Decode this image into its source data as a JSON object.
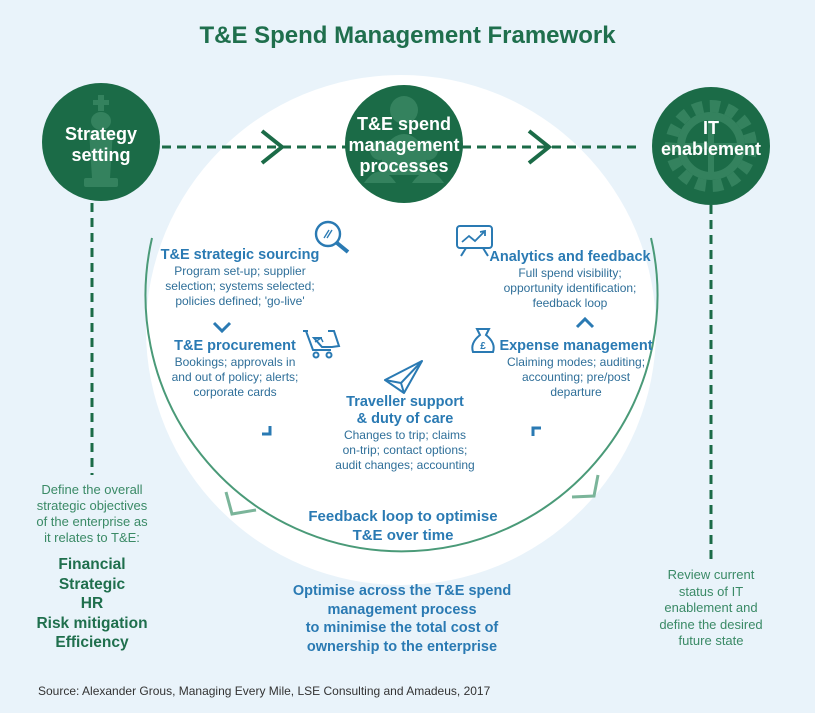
{
  "title": "T&E Spend Management Framework",
  "hubs": {
    "strategy": {
      "line1": "Strategy",
      "line2": "setting"
    },
    "processes": {
      "line1": "T&E spend",
      "line2": "management",
      "line3": "processes"
    },
    "it": {
      "line1": "IT",
      "line2": "enablement"
    }
  },
  "blocks": {
    "sourcing": {
      "heading": "T&E strategic sourcing",
      "lines": [
        "Program set-up; supplier",
        "selection; systems selected;",
        "policies defined; 'go-live'"
      ]
    },
    "analytics": {
      "heading": "Analytics and feedback",
      "lines": [
        "Full spend visibility;",
        "opportunity identification;",
        "feedback loop"
      ]
    },
    "procurement": {
      "heading": "T&E procurement",
      "lines": [
        "Bookings; approvals in",
        "and out of policy; alerts;",
        "corporate cards"
      ]
    },
    "expense": {
      "heading": "Expense management",
      "lines": [
        "Claiming modes; auditing;",
        "accounting; pre/post",
        "departure"
      ]
    },
    "traveller": {
      "heading1": "Traveller support",
      "heading2": "& duty of care",
      "lines": [
        "Changes to trip; claims",
        "on-trip; contact options;",
        "audit changes; accounting"
      ]
    }
  },
  "feedback_loop": {
    "line1": "Feedback loop to optimise",
    "line2": "T&E over time"
  },
  "optimise": {
    "line1": "Optimise across the T&E spend",
    "line2": "management process",
    "line3": "to minimise the total cost of",
    "line4": "ownership to the enterprise"
  },
  "left": {
    "desc": [
      "Define the overall",
      "strategic objectives",
      "of the enterprise as",
      "it relates to T&E:"
    ],
    "list": [
      "Financial",
      "Strategic",
      "HR",
      "Risk mitigation",
      "Efficiency"
    ]
  },
  "right": {
    "desc": [
      "Review current",
      "status of IT",
      "enablement and",
      "define the desired",
      "future state"
    ]
  },
  "source": "Source: Alexander Grous, Managing Every Mile, LSE Consulting and Amadeus, 2017",
  "icons": {
    "strategy": "chess-king-icon",
    "processes": "people-icon",
    "it": "gear-icon",
    "sourcing": "magnifier-icon",
    "analytics": "chart-screen-icon",
    "procurement": "shopping-cart-icon",
    "expense": "money-bag-icon",
    "traveller": "paper-plane-icon"
  },
  "colors": {
    "dark_green": "#1b6b47",
    "text_blue": "#2a7ab3",
    "background": "#e9f3fa",
    "circle_outline": "#4a9a78"
  }
}
